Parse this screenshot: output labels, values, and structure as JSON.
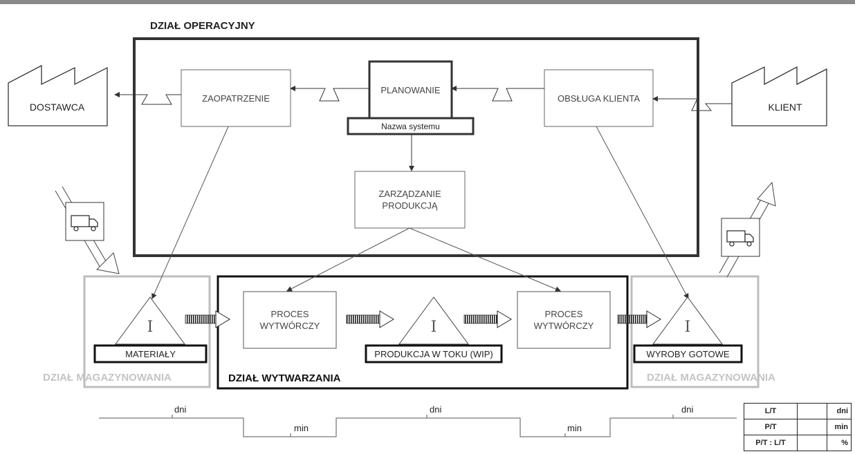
{
  "sections": {
    "operations": "DZIAŁ OPERACYJNY",
    "manufacturing": "DZIAŁ WYTWARZANIA",
    "warehouse_left": "DZIAŁ MAGAZYNOWANIA",
    "warehouse_right": "DZIAŁ MAGAZYNOWANIA"
  },
  "entities": {
    "supplier": "DOSTAWCA",
    "client": "KLIENT"
  },
  "processes": {
    "procurement": "ZAOPATRZENIE",
    "planning": "PLANOWANIE",
    "system_name": "Nazwa systemu",
    "customer_service": "OBSŁUGA KLIENTA",
    "production_management": "ZARZĄDZANIE PRODUKCJĄ",
    "process_1": "PROCES WYTWÓRCZY",
    "process_2": "PROCES WYTWÓRCZY"
  },
  "inventories": {
    "materials": "MATERIAŁY",
    "wip": "PRODUKCJA W TOKU (WIP)",
    "finished_goods": "WYROBY GOTOWE",
    "inventory_symbol": "I"
  },
  "timeline": {
    "days_1": "dni",
    "min_1": "min",
    "days_2": "dni",
    "min_2": "min",
    "days_3": "dni"
  },
  "legend": {
    "rows": [
      {
        "label": "L/T",
        "unit": "dni"
      },
      {
        "label": "P/T",
        "unit": "min"
      },
      {
        "label": "P/T : L/T",
        "unit": "%"
      }
    ]
  }
}
